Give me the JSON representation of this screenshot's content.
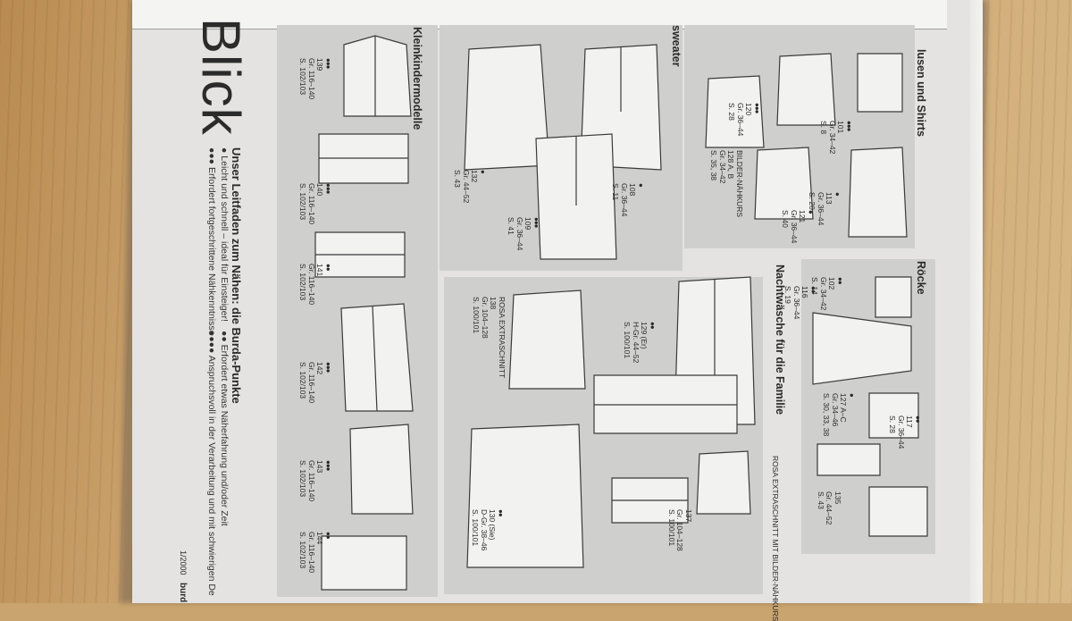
{
  "magazine": {
    "heading": "Blick",
    "legend_title": "Unser Leitfaden zum Nähen: die Burda-Punkte",
    "legend": [
      {
        "dots": "●",
        "text": "Leicht und schnell – ideal für Einsteiger!"
      },
      {
        "dots": "●●",
        "text": "Erfordert etwas Näherfahrung und/oder Zeit"
      },
      {
        "dots": "●●●",
        "text": "Erfordert fortgeschrittene Nähkenntnisse"
      },
      {
        "dots": "●●●●",
        "text": "Anspruchsvoll in der Verarbeitung und mit schwierigen De"
      }
    ],
    "page_number": "1/2000",
    "brand": "burd"
  },
  "sections": {
    "kleinkinder": "Kleinkindermodelle",
    "sweater": "sweater",
    "blusen": "lusen und Shirts",
    "roecke": "Röcke",
    "nachtwaesche": "Nachtwäsche für die Familie"
  },
  "items": {
    "k139": {
      "dots": "●●●",
      "num": "139",
      "size": "Gr. 116–140",
      "page": "S. 102/103"
    },
    "k140": {
      "dots": "●●●",
      "num": "140",
      "size": "Gr. 116–140",
      "page": "S. 102/103"
    },
    "k141": {
      "dots": "●●",
      "num": "141",
      "size": "Gr. 116–140",
      "page": "S. 102/103"
    },
    "k142": {
      "dots": "●●●",
      "num": "142",
      "size": "Gr. 116–140",
      "page": "S. 102/103"
    },
    "k143": {
      "dots": "●●●",
      "num": "143",
      "size": "Gr. 116–140",
      "page": "S. 102/103"
    },
    "k144": {
      "dots": "●●",
      "num": "144",
      "size": "Gr. 116–140",
      "page": "S. 102/103"
    },
    "s132": {
      "dots": "●",
      "num": "132",
      "size": "Gr. 44–52",
      "page": "S. 43"
    },
    "s108": {
      "dots": "●",
      "num": "108",
      "size": "Gr. 36–44",
      "page": "S. 11"
    },
    "s109": {
      "dots": "●●●",
      "num": "109",
      "size": "Gr. 36–44",
      "page": "S. 41"
    },
    "b101": {
      "dots": "●●●",
      "num": "101",
      "size": "Gr. 34–42",
      "page": "S. 8"
    },
    "b120": {
      "dots": "●●●",
      "num": "120",
      "size": "Gr. 36–44",
      "page": "S. 28"
    },
    "b128": {
      "dots": "",
      "note": "BILDER-NÄHKURS",
      "num": "128 A, B",
      "size": "Gr. 34–42",
      "page": "S. 35, 38"
    },
    "b113": {
      "dots": "●",
      "num": "113",
      "size": "Gr. 36–44",
      "page": "S. 20"
    },
    "b121": {
      "dots": "●",
      "num": "121",
      "size": "Gr. 36–44",
      "page": "S. 40"
    },
    "r102": {
      "dots": "●●",
      "num": "102",
      "size": "Gr. 34–42",
      "page": "S. 14"
    },
    "r116": {
      "dots": "●●",
      "num": "116",
      "size": "Gr. 36–44",
      "page": "S. 19"
    },
    "r117": {
      "dots": "●●",
      "num": "117",
      "size": "Gr. 36–44",
      "page": "S. 28"
    },
    "r127": {
      "dots": "●",
      "num": "127 A–C",
      "size": "Gr. 34–46",
      "page": "S. 30, 33, 38"
    },
    "r135": {
      "dots": "",
      "num": "135",
      "size": "Gr. 44–52",
      "page": "S. 43"
    },
    "n129": {
      "dots": "●●",
      "num": "129 (Er)",
      "size": "H-Gr. 44–52",
      "page": "S. 100/101"
    },
    "n138": {
      "dots": "",
      "note": "ROSA EXTRASCHNITT",
      "num": "138",
      "size": "Gr. 104–128",
      "page": "S. 100/101"
    },
    "n130": {
      "dots": "●●",
      "num": "130 (Sie)",
      "size": "D-Gr. 38–46",
      "page": "S. 100/101"
    },
    "n137": {
      "dots": "",
      "note": "ROSA EXTRASCHNITT MIT BILDER-NÄHKURS",
      "num": "137",
      "size": "Gr. 104–128",
      "page": "S. 100/101"
    }
  }
}
